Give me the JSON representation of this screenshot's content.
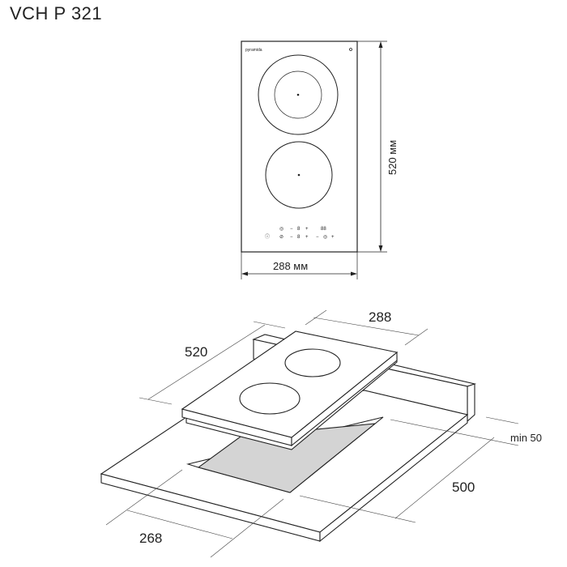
{
  "title": "VCH P 321",
  "top_view": {
    "brand": "pyramida",
    "height_label": "520 мм",
    "width_label": "288 мм",
    "controls": {
      "row1": [
        "◎",
        "−",
        "8",
        "+",
        "88"
      ],
      "row2": [
        "ⓘ",
        "⊘",
        "−",
        "8",
        "+",
        "−",
        "◎",
        "+"
      ]
    }
  },
  "iso_view": {
    "hob_length": "520",
    "hob_width": "288",
    "clearance_label": "min 50",
    "cutout_depth": "500",
    "cutout_width": "268"
  },
  "colors": {
    "line": "#222222",
    "cutout_fill": "#d4d4d4"
  }
}
